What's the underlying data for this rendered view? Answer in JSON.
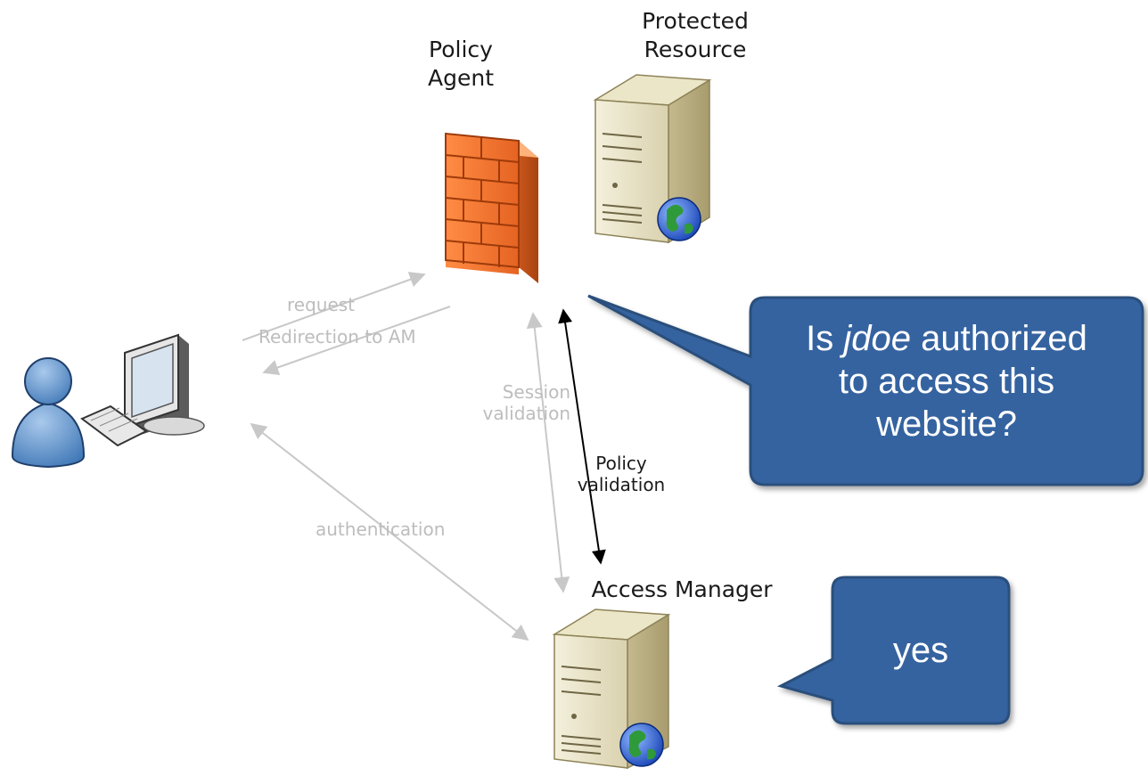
{
  "nodes": {
    "policy_agent": {
      "label_line1": "Policy",
      "label_line2": "Agent",
      "icon": "firewall-icon"
    },
    "protected_resource": {
      "label_line1": "Protected",
      "label_line2": "Resource",
      "icon": "web-server-icon"
    },
    "access_manager": {
      "label": "Access Manager",
      "icon": "web-server-icon"
    },
    "user": {
      "icon": "user-workstation-icon"
    }
  },
  "flows": {
    "request": "request",
    "redirection": "Redirection to AM",
    "session_line1": "Session",
    "session_line2": "validation",
    "policy_line1": "Policy",
    "policy_line2": "validation",
    "authentication": "authentication"
  },
  "callouts": {
    "question": {
      "prefix": "Is ",
      "emphasis": "jdoe",
      "suffix": " authorized",
      "line2": "to access this",
      "line3": "website?"
    },
    "answer": {
      "text": "yes"
    }
  },
  "colors": {
    "callout_fill": "#3463a0",
    "callout_border": "#2c4f7c",
    "faint_arrow": "#c8c8c8",
    "dark_arrow": "#000000",
    "firewall": "#f07a36"
  }
}
